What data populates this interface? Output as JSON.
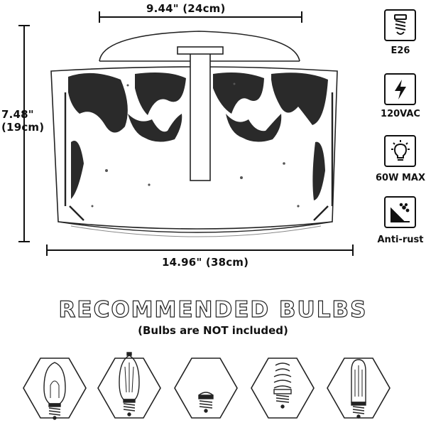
{
  "dimensions": {
    "top_width": "9.44\" (24cm)",
    "height_in": "7.48\"",
    "height_cm": "(19cm)",
    "bottom_width": "14.96\" (38cm)"
  },
  "specs": [
    {
      "icon": "bulb-base-icon",
      "label": "E26"
    },
    {
      "icon": "lightning-icon",
      "label": "120VAC"
    },
    {
      "icon": "light-bulb-icon",
      "label": "60W MAX"
    },
    {
      "icon": "anti-rust-icon",
      "label": "Anti-rust"
    }
  ],
  "recommended": {
    "title": "RECOMMENDED BULBS",
    "subtitle": "(Bulbs are NOT included)",
    "bulbs": [
      {
        "icon": "edison-st64-bulb-icon"
      },
      {
        "icon": "filament-led-bulb-icon"
      },
      {
        "icon": "globe-bulb-icon"
      },
      {
        "icon": "spiral-cfl-bulb-icon"
      },
      {
        "icon": "tubular-t45-bulb-icon"
      }
    ]
  },
  "colors": {
    "line": "#111111",
    "background": "#ffffff"
  }
}
